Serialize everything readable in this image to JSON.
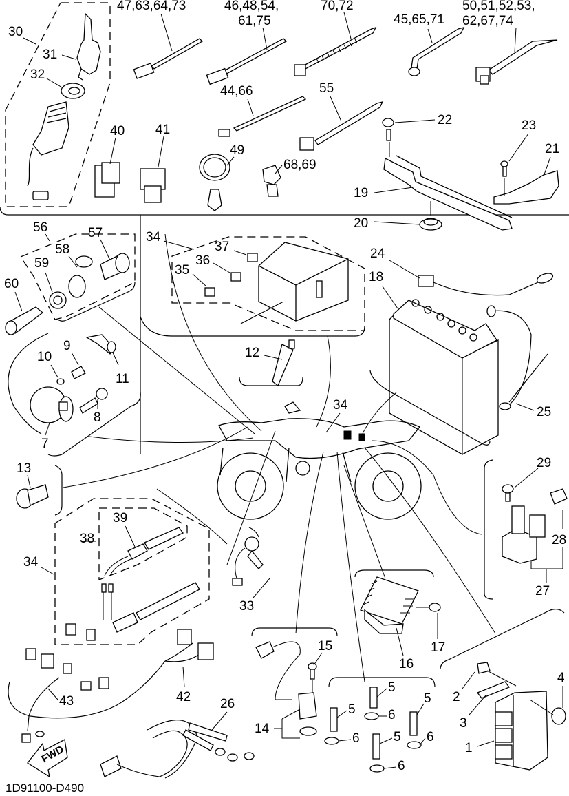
{
  "diagram": {
    "title_code": "1D91100-D490",
    "direction_label": "FWD",
    "callouts": {
      "c1": "1",
      "c2": "2",
      "c3": "3",
      "c4": "4",
      "c5a": "5",
      "c5b": "5",
      "c5c": "5",
      "c5d": "5",
      "c6a": "6",
      "c6b": "6",
      "c6c": "6",
      "c6d": "6",
      "c7": "7",
      "c8": "8",
      "c9": "9",
      "c10": "10",
      "c11": "11",
      "c12": "12",
      "c13": "13",
      "c14": "14",
      "c15": "15",
      "c16": "16",
      "c17": "17",
      "c18": "18",
      "c19": "19",
      "c20": "20",
      "c21": "21",
      "c22": "22",
      "c23": "23",
      "c24": "24",
      "c25": "25",
      "c26": "26",
      "c27": "27",
      "c28": "28",
      "c29": "29",
      "c30": "30",
      "c31": "31",
      "c32": "32",
      "c33": "33",
      "c34a": "34",
      "c34b": "34",
      "c34c": "34",
      "c35": "35",
      "c36": "36",
      "c37": "37",
      "c38": "38",
      "c39": "39",
      "c40": "40",
      "c41": "41",
      "c42": "42",
      "c43": "43",
      "c44_66": "44,66",
      "c45_65_71": "45,65,71",
      "c46_line1": "46,48,54,",
      "c46_line2": "61,75",
      "c47_63_64_73": "47,63,64,73",
      "c49": "49",
      "c50_line1": "50,51,52,53,",
      "c50_line2": "62,67,74",
      "c55": "55",
      "c56": "56",
      "c57": "57",
      "c58": "58",
      "c59": "59",
      "c60": "60",
      "c68_69": "68,69",
      "c70_72": "70,72"
    }
  }
}
